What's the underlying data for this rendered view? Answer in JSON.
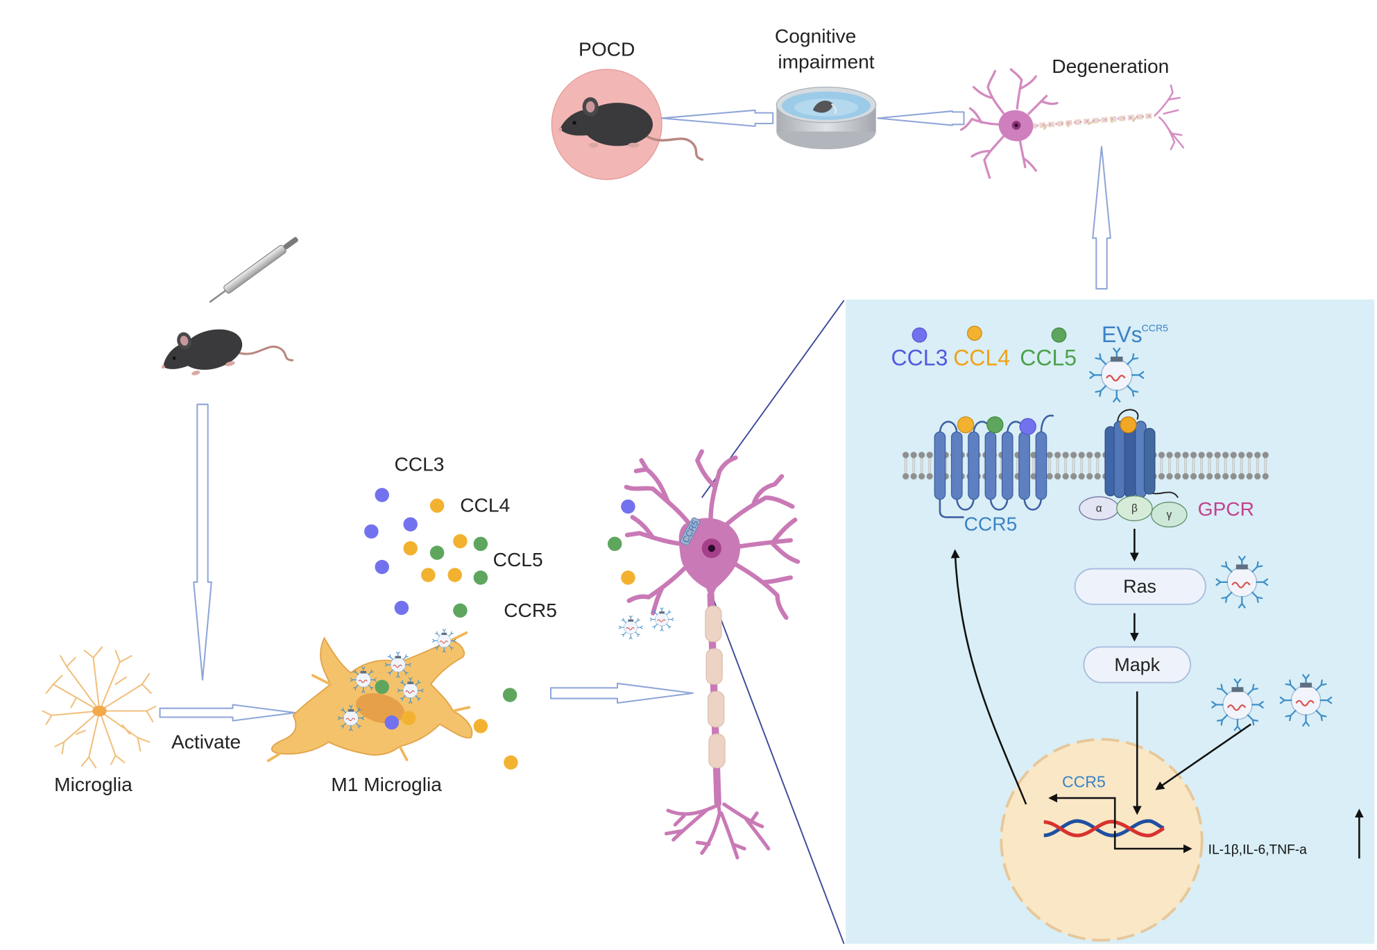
{
  "figure": {
    "top": {
      "pocd_label": "POCD",
      "cognitive_line1": "Cognitive",
      "cognitive_line2": "impairment",
      "degeneration_label": "Degeneration"
    },
    "left": {
      "microglia_label": "Microglia",
      "activate_label": "Activate",
      "m1_microglia_label": "M1 Microglia"
    },
    "chemokine_legend": {
      "ccl3": "CCL3",
      "ccl4": "CCL4",
      "ccl5": "CCL5",
      "ccr5": "CCR5"
    },
    "neuron": {
      "receptor_label": "CCR5"
    },
    "signaling_panel": {
      "ccl3": "CCL3",
      "ccl4": "CCL4",
      "ccl5": "CCL5",
      "evs": "EVs",
      "evs_superscript": "CCR5",
      "ccr5_receptor": "CCR5",
      "gpcr": "GPCR",
      "g_alpha": "α",
      "g_beta": "β",
      "g_gamma": "γ",
      "ras": "Ras",
      "mapk": "Mapk",
      "nucleus_gene": "CCR5",
      "cytokines": "IL-1β,IL-6,TNF-a"
    }
  },
  "colors": {
    "ccl3_dot": "#7272ee",
    "ccl4_dot": "#f2b230",
    "ccl5_dot": "#5ea65e",
    "ccl3_text": "#5159e0",
    "ccl4_text": "#efa21c",
    "ccl5_text": "#4aa24a",
    "ccr5_text": "#3b82c6",
    "gpcr_text": "#c2408f",
    "neuron": "#c979b6",
    "microglia": "#f4c26b",
    "panel_background": "#d9eef6",
    "pocd_circle": "#f2b6b4",
    "nucleus": "#f9e7c6"
  }
}
